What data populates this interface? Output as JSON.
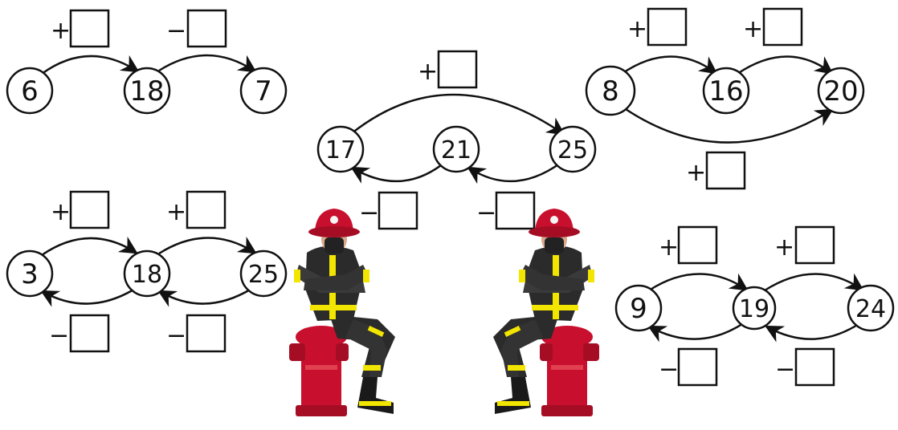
{
  "puzzles": [
    {
      "nodes": [
        "6",
        "18",
        "7"
      ],
      "top_ops": [
        "+",
        "−"
      ]
    },
    {
      "nodes": [
        "17",
        "21",
        "25"
      ],
      "top_ops": [
        "+"
      ],
      "bottom_ops": [
        "−",
        "−"
      ]
    },
    {
      "nodes": [
        "8",
        "16",
        "20"
      ],
      "top_ops": [
        "+",
        "+"
      ],
      "bottom_ops": [
        "+"
      ]
    },
    {
      "nodes": [
        "3",
        "18",
        "25"
      ],
      "top_ops": [
        "+",
        "+"
      ],
      "bottom_ops": [
        "−",
        "−"
      ]
    },
    {
      "nodes": [
        "9",
        "19",
        "24"
      ],
      "top_ops": [
        "+",
        "+"
      ],
      "bottom_ops": [
        "−",
        "−"
      ]
    }
  ],
  "colors": {
    "helmet": "#c8102e",
    "suit": "#2b2b2b",
    "stripe": "#f2e500",
    "hydrant": "#c8102e"
  },
  "icons": [
    "firefighter-illustration",
    "fire-hydrant-illustration"
  ]
}
